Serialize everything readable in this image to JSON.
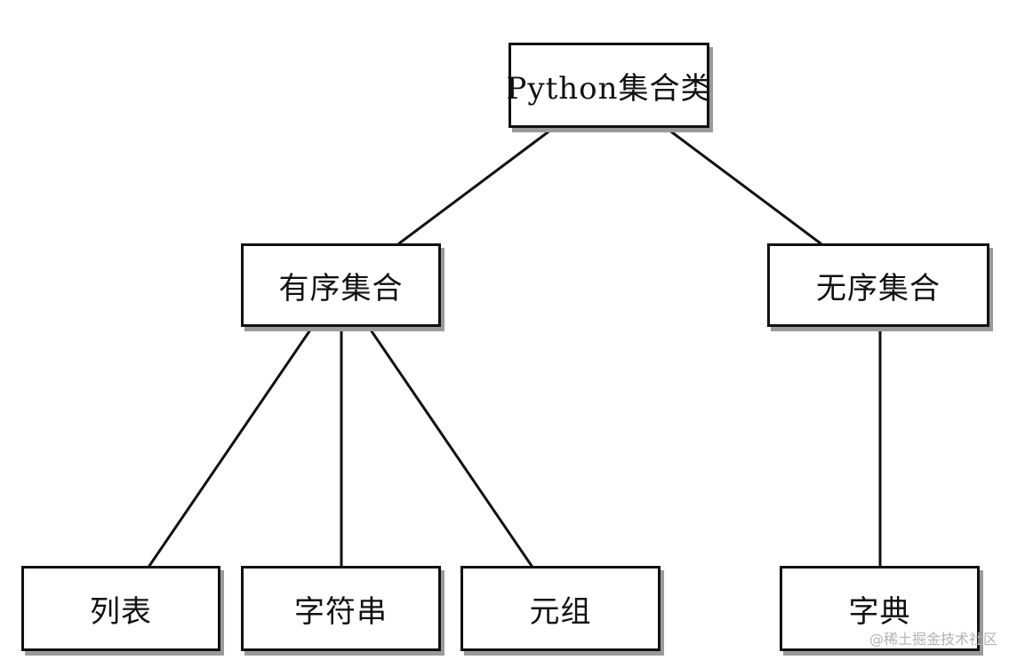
{
  "diagram": {
    "nodes": {
      "root": "Python集合类",
      "ordered": "有序集合",
      "unordered": "无序集合",
      "list": "列表",
      "string": "字符串",
      "tuple": "元组",
      "dict": "字典"
    },
    "edges": [
      [
        "root",
        "ordered"
      ],
      [
        "root",
        "unordered"
      ],
      [
        "ordered",
        "list"
      ],
      [
        "ordered",
        "string"
      ],
      [
        "ordered",
        "tuple"
      ],
      [
        "unordered",
        "dict"
      ]
    ]
  },
  "watermark": "@稀土掘金技术社区"
}
